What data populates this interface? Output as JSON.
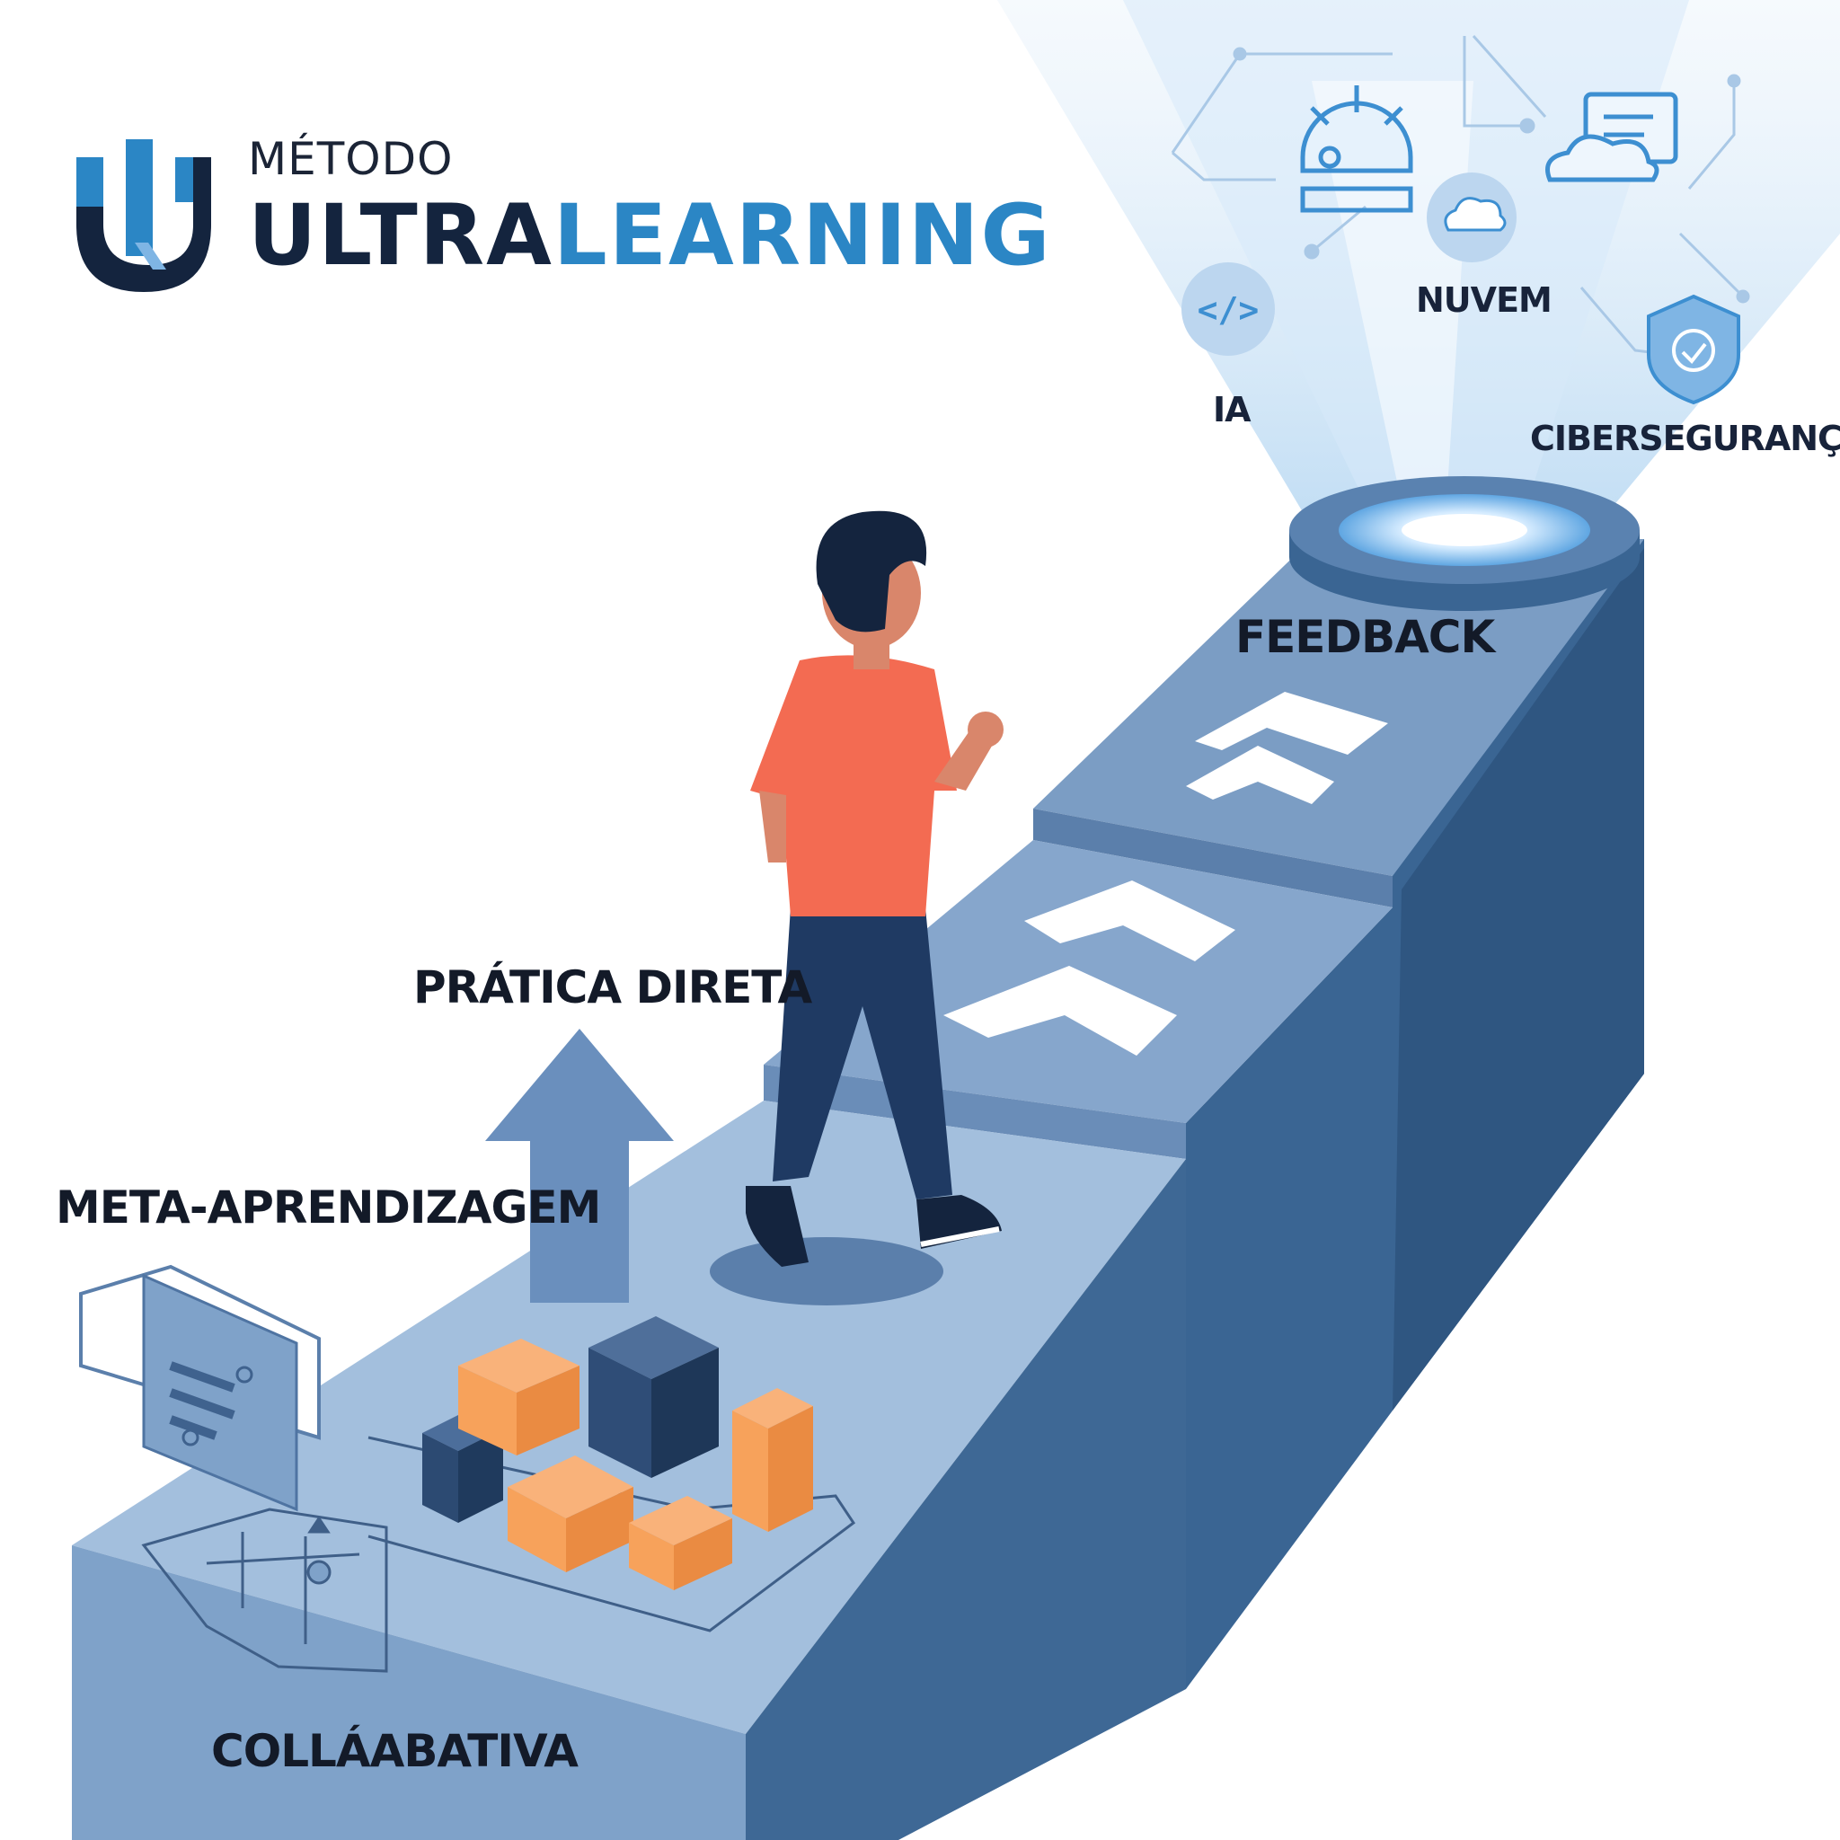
{
  "logo": {
    "prefix": "MÉTODO",
    "name_part1": "ULTRA",
    "name_part2": "LEARNING"
  },
  "stages": {
    "collaborative": "COLLÁABATIVA",
    "meta_learning": "META-APRENDIZAGEM",
    "direct_practice": "PRÁTICA DIRETA",
    "feedback": "FEEDBACK"
  },
  "tech_topics": {
    "ai": "IA",
    "cloud": "NUVEM",
    "cybersecurity": "CIBERSEGURANÇA"
  },
  "colors": {
    "dark_navy": "#14243e",
    "brand_blue": "#2b86c5",
    "step_light": "#9fbbd9",
    "step_mid": "#7799c0",
    "step_dark": "#3a6593",
    "shirt_orange": "#f36b52",
    "box_orange": "#f7a25b"
  },
  "icons": [
    "code-icon",
    "cloud-icon",
    "shield-icon",
    "ai-brain-icon",
    "document-icon",
    "arrow-up-icon",
    "chevron-up-icon"
  ]
}
